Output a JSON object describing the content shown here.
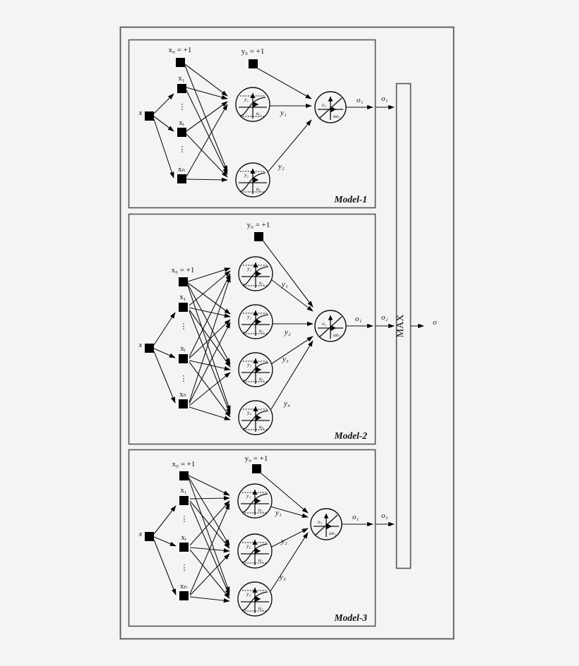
{
  "figure": {
    "title": "Ensemble of three neural network models combined by a MAX block",
    "background_color": "#f4f4f4",
    "frame_color": "#555555",
    "ink_color": "#111111"
  },
  "combiner": {
    "name": "max-block",
    "label": "MAX",
    "inputs": [
      "o₁",
      "o₂",
      "o₃"
    ],
    "output_label": "o"
  },
  "common": {
    "input_fan_label": "x",
    "bias_input_label": "x₀ = +1",
    "bias_hidden_label": "y₀ = +1",
    "input_labels": [
      "x₁",
      "xᵢ",
      "xₙ"
    ],
    "ellipsis": "⋮",
    "output_neuron_v_label": "o₁",
    "output_neuron_h_label": "uo₁",
    "output_edge_label": "o₁"
  },
  "models": [
    {
      "name": "model-1",
      "label": "Model-1",
      "hidden_count": 2,
      "hidden_v_labels": [
        "y₁",
        "y₂"
      ],
      "hidden_h_labels": [
        "u₁",
        "u₂"
      ],
      "hidden_edge_labels": [
        "y₁",
        "y₂"
      ],
      "output_label": "o₁",
      "combiner_input_label": "o₁"
    },
    {
      "name": "model-2",
      "label": "Model-2",
      "hidden_count": 4,
      "hidden_v_labels": [
        "y₁",
        "y₂",
        "y₃",
        "y₄"
      ],
      "hidden_h_labels": [
        "u₁",
        "u₂",
        "u₃",
        "u₄"
      ],
      "hidden_edge_labels": [
        "y₁",
        "y₂",
        "y₃",
        "y₄"
      ],
      "output_label": "o₁",
      "combiner_input_label": "o₂"
    },
    {
      "name": "model-3",
      "label": "Model-3",
      "hidden_count": 3,
      "hidden_v_labels": [
        "y₁",
        "y₂",
        "y₃"
      ],
      "hidden_h_labels": [
        "u₁",
        "u₂",
        "u₃"
      ],
      "hidden_edge_labels": [
        "y₁",
        "y₂",
        "y₃"
      ],
      "output_label": "o₁",
      "combiner_input_label": "o₃"
    }
  ],
  "activations": {
    "hidden": "sigmoid",
    "output": "linear"
  }
}
